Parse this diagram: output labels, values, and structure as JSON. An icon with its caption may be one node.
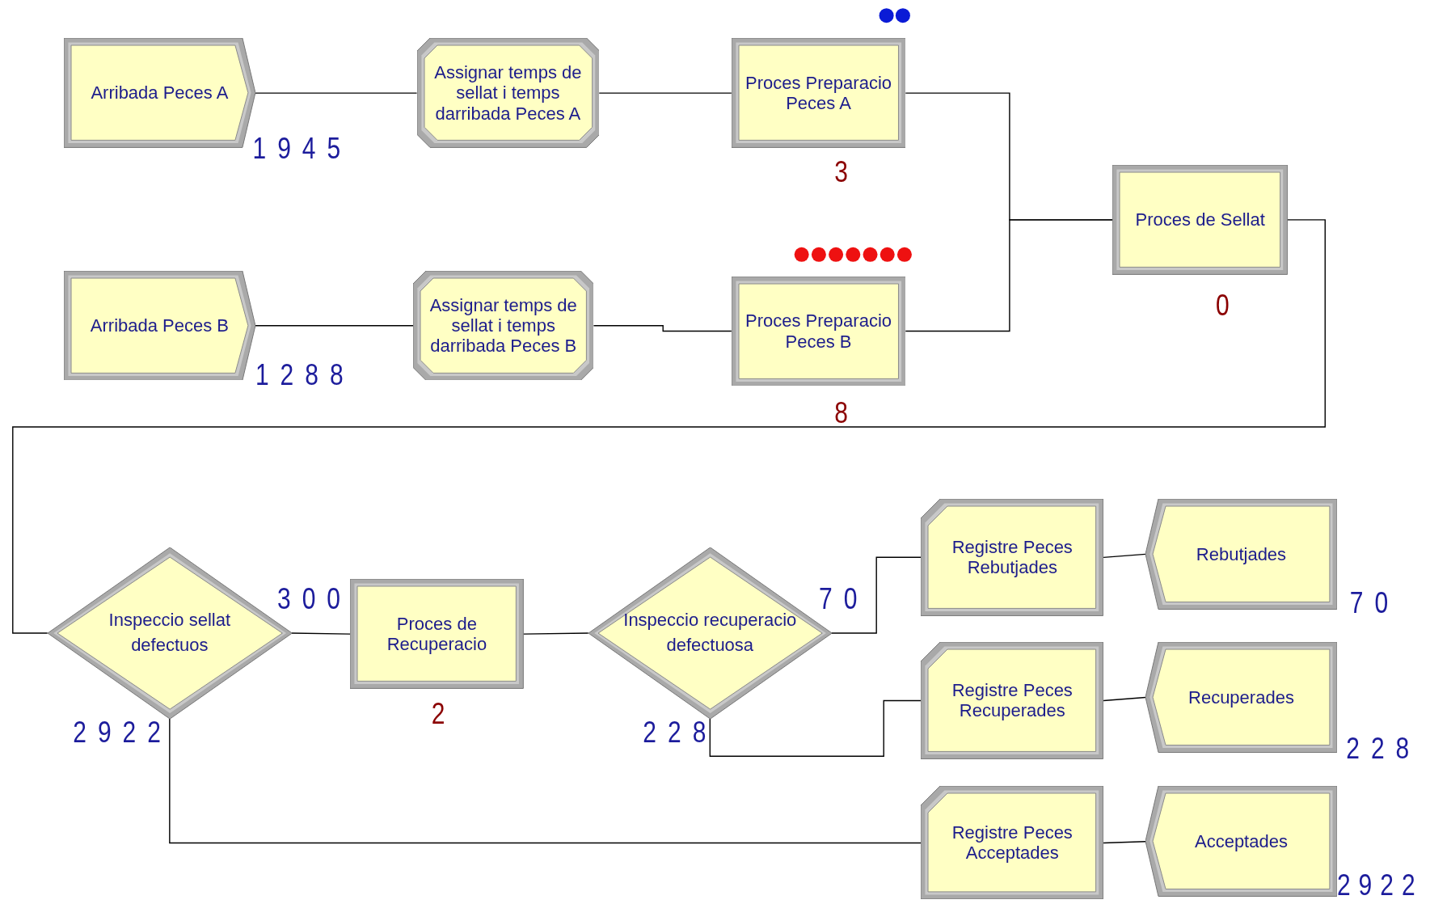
{
  "diagram": {
    "nodes": [
      {
        "text": [
          "Arribada Peces A"
        ],
        "beside": [
          "1945"
        ]
      },
      {
        "text": [
          "Assignar temps de sellat i temps darribada Peces A"
        ]
      },
      {
        "text": [
          "Proces Preparacio Peces A"
        ],
        "beside": [
          "3"
        ]
      },
      {
        "text": [
          "Arribada Peces B"
        ],
        "beside": [
          "1288"
        ]
      },
      {
        "text": [
          "Assignar temps de sellat i temps darribada Peces B"
        ]
      },
      {
        "text": [
          "Proces Preparacio Peces B"
        ],
        "beside": [
          "8"
        ]
      },
      {
        "text": [
          "Proces de Sellat"
        ],
        "beside": [
          "0"
        ]
      },
      {
        "text": [
          "Inspeccio sellat defectuos"
        ],
        "beside": [
          "300",
          "2922"
        ]
      },
      {
        "text": [
          "Proces de Recuperacio"
        ],
        "beside": [
          "2"
        ]
      },
      {
        "text": [
          "Inspeccio recuperacio defectuosa"
        ],
        "beside": [
          "70",
          "228"
        ]
      },
      {
        "text": [
          "Registre Peces Rebutjades"
        ]
      },
      {
        "text": [
          "Rebutjades"
        ],
        "beside": [
          "70"
        ]
      },
      {
        "text": [
          "Registre Peces Recuperades"
        ]
      },
      {
        "text": [
          "Recuperades"
        ],
        "beside": [
          "228"
        ]
      },
      {
        "text": [
          "Registre Peces Acceptades"
        ]
      },
      {
        "text": [
          "Acceptades"
        ],
        "beside": [
          "2922"
        ]
      }
    ],
    "edges": [
      {
        "from": 0,
        "to": 1,
        "arrow": "none"
      },
      {
        "from": 1,
        "to": 2,
        "arrow": "none"
      },
      {
        "from": 2,
        "to": 6,
        "arrow": "none"
      },
      {
        "from": 3,
        "to": 4,
        "arrow": "none"
      },
      {
        "from": 4,
        "to": 5,
        "arrow": "none"
      },
      {
        "from": 5,
        "to": 6,
        "arrow": "none"
      },
      {
        "from": 6,
        "to": 7,
        "arrow": "none"
      },
      {
        "from": 7,
        "to": 8,
        "arrow": "none"
      },
      {
        "from": 8,
        "to": 9,
        "arrow": "none"
      },
      {
        "from": 9,
        "to": 10,
        "arrow": "none"
      },
      {
        "from": 9,
        "to": 12,
        "arrow": "none"
      },
      {
        "from": 7,
        "to": 14,
        "arrow": "none"
      },
      {
        "from": 10,
        "to": 11,
        "arrow": "none"
      },
      {
        "from": 12,
        "to": 13,
        "arrow": "none"
      },
      {
        "from": 14,
        "to": 15,
        "arrow": "none"
      }
    ]
  }
}
